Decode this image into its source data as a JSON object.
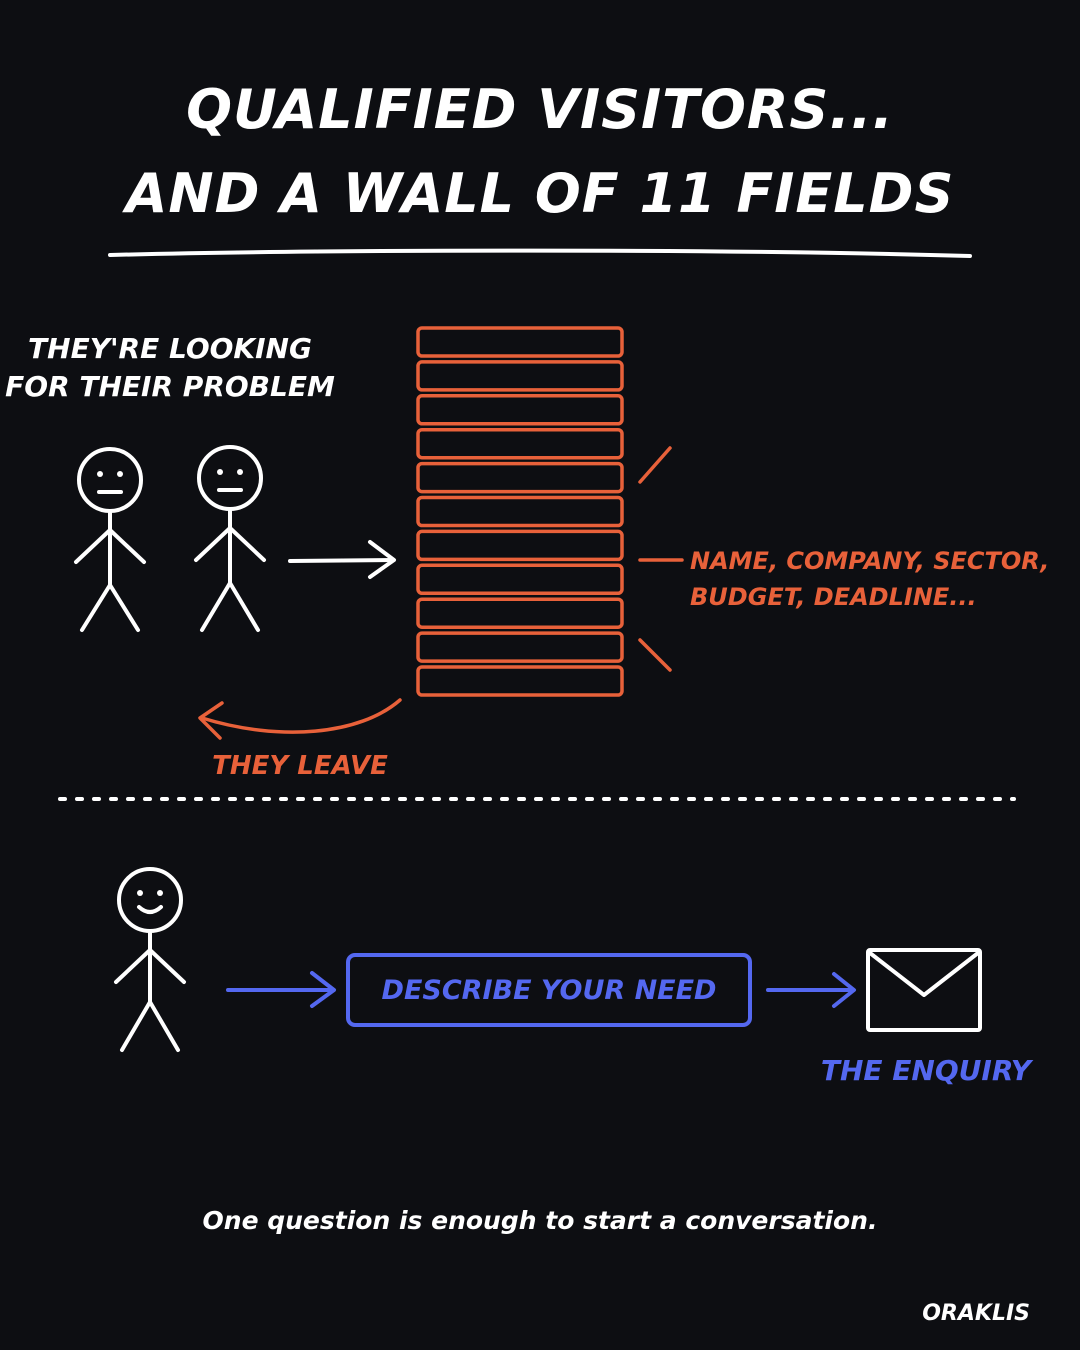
{
  "title": {
    "line1": "QUALIFIED VISITORS...",
    "line2": "AND A WALL OF 11 FIELDS"
  },
  "top_section": {
    "caption_line1": "THEY'RE LOOKING",
    "caption_line2": "FOR THEIR PROBLEM",
    "field_count": 11,
    "fields_label_line1": "NAME, COMPANY, SECTOR,",
    "fields_label_line2": "BUDGET, DEADLINE...",
    "leave_label": "THEY LEAVE"
  },
  "bottom_section": {
    "input_label": "DESCRIBE YOUR NEED",
    "result_label": "THE ENQUIRY",
    "result_icon": "envelope-icon"
  },
  "tagline": "One question is enough to start a conversation.",
  "brand": "ORAKLIS",
  "colors": {
    "background": "#0d0e12",
    "ink": "#ffffff",
    "warning": "#e8613a",
    "positive": "#5468f0"
  }
}
